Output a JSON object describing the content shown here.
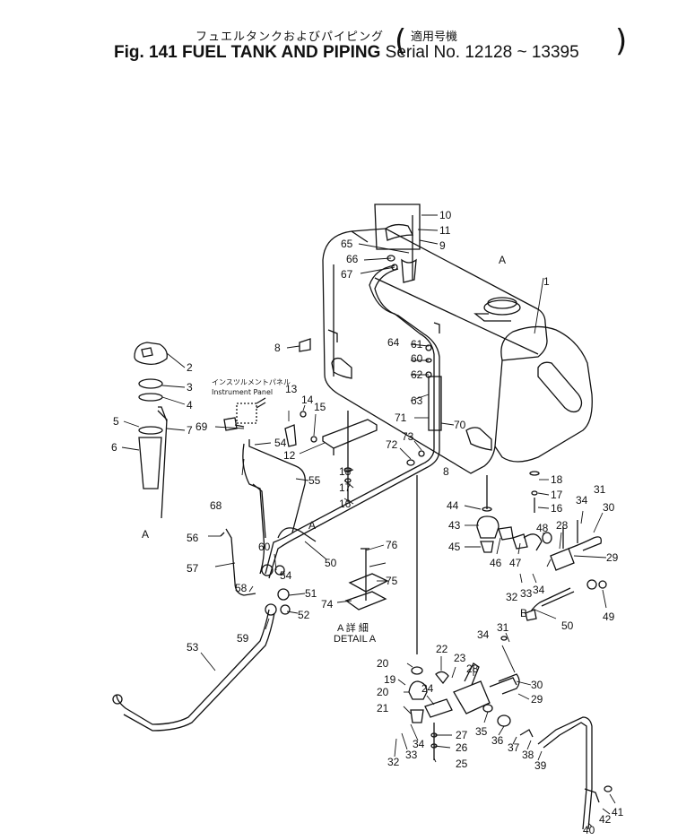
{
  "header": {
    "japanese_title": "フュエルタンクおよびパイピング",
    "japanese_serial": "適用号機",
    "fig_label": "Fig. 141",
    "title": "FUEL TANK AND PIPING",
    "serial_text": "Serial No. 12128 ~ 13395"
  },
  "panel_label": {
    "japanese": "インスツルメントパネル",
    "english": "Instrument Panel"
  },
  "detail_label": {
    "japanese": "A 詳 細",
    "english": "DETAIL A"
  },
  "view_markers": [
    "A",
    "A",
    "A",
    "B"
  ],
  "part_numbers": [
    "1",
    "2",
    "3",
    "4",
    "5",
    "6",
    "7",
    "8",
    "8",
    "9",
    "10",
    "11",
    "12",
    "13",
    "14",
    "15",
    "16",
    "16",
    "17",
    "17",
    "18",
    "18",
    "19",
    "20",
    "20",
    "21",
    "22",
    "23",
    "24",
    "25",
    "26",
    "27",
    "28",
    "28",
    "29",
    "29",
    "30",
    "30",
    "31",
    "31",
    "32",
    "32",
    "33",
    "33",
    "34",
    "34",
    "34",
    "34",
    "35",
    "36",
    "37",
    "38",
    "39",
    "40",
    "41",
    "42",
    "43",
    "44",
    "45",
    "46",
    "47",
    "48",
    "49",
    "50",
    "50",
    "51",
    "52",
    "53",
    "54",
    "54",
    "55",
    "56",
    "57",
    "58",
    "59",
    "60",
    "60",
    "61",
    "62",
    "63",
    "64",
    "65",
    "66",
    "67",
    "68",
    "69",
    "70",
    "71",
    "72",
    "73",
    "74",
    "75",
    "76"
  ]
}
